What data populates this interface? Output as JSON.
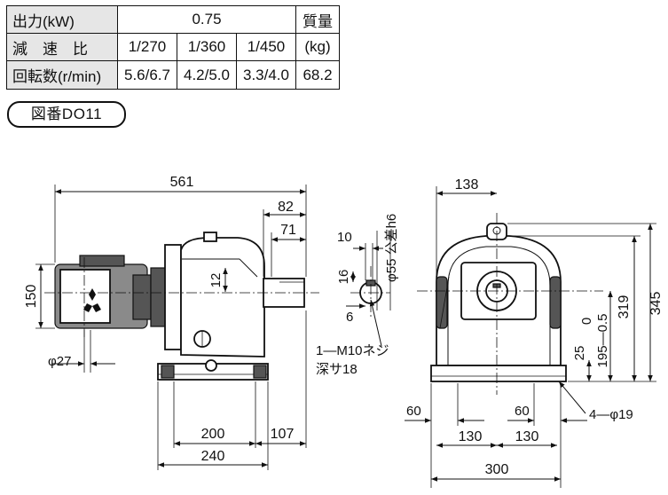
{
  "spec_table": {
    "rows": [
      {
        "label": "出力(kW)",
        "cells": [
          "0.75"
        ],
        "extra": "質量"
      },
      {
        "label": "減　速　比",
        "cells": [
          "1/270",
          "1/360",
          "1/450"
        ],
        "extra": "(kg)"
      },
      {
        "label": "回転数(r/min)",
        "cells": [
          "5.6/6.7",
          "4.2/5.0",
          "3.3/4.0"
        ],
        "extra": "68.2"
      }
    ]
  },
  "drawing_number": "図番DO11",
  "dimensions": {
    "overall_length": "561",
    "d82": "82",
    "d71": "71",
    "height150": "150",
    "d12": "12",
    "phi27": "φ27",
    "d200": "200",
    "d107": "107",
    "d240": "240",
    "d10": "10",
    "shaft_dia": "φ55 公差h6",
    "d16": "16",
    "d6": "6",
    "tap_note_1": "1—M10ネジ",
    "tap_note_2": "深サ18",
    "d138": "138",
    "d345": "345",
    "d319": "319",
    "tol_0": "0",
    "tol_195": "195—0.5",
    "d25": "25",
    "d60_left": "60",
    "d60_right": "60",
    "d130_left": "130",
    "d130_right": "130",
    "hole_note": "4—φ19",
    "d300": "300"
  }
}
